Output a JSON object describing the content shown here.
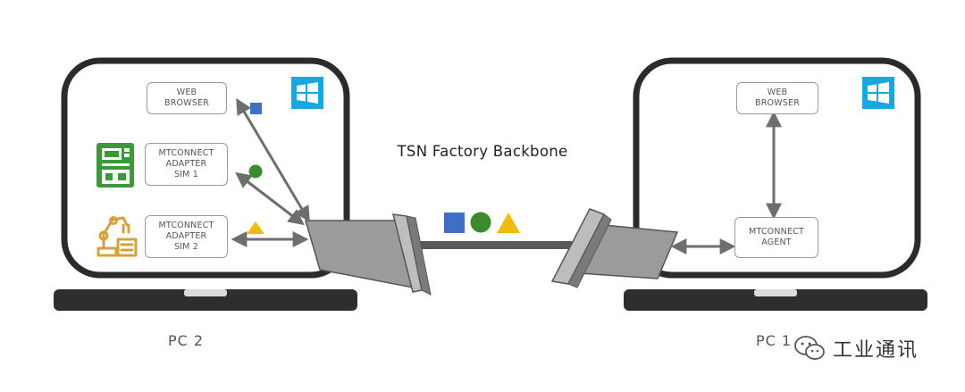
{
  "title": "TSN Factory Backbone",
  "pc2": {
    "label": "PC 2",
    "web_browser": [
      "WEB",
      "BROWSER"
    ],
    "adapter_sim1": [
      "MTCONNECT",
      "ADAPTER",
      "SIM 1"
    ],
    "adapter_sim2": [
      "MTCONNECT",
      "ADAPTER",
      "SIM 2"
    ]
  },
  "pc1": {
    "label": "PC 1",
    "web_browser": [
      "WEB",
      "BROWSER"
    ],
    "agent": [
      "MTCONNECT",
      "AGENT"
    ]
  },
  "watermark": "工业通讯",
  "colors": {
    "blue_square": "#3f6fc4",
    "green_circle": "#3c8a2e",
    "yellow_triangle": "#f2b90f",
    "windows_logo": "#19a7e0",
    "adapter_icon_green": "#3a9a3a",
    "adapter_icon_gold": "#d4a13b"
  }
}
